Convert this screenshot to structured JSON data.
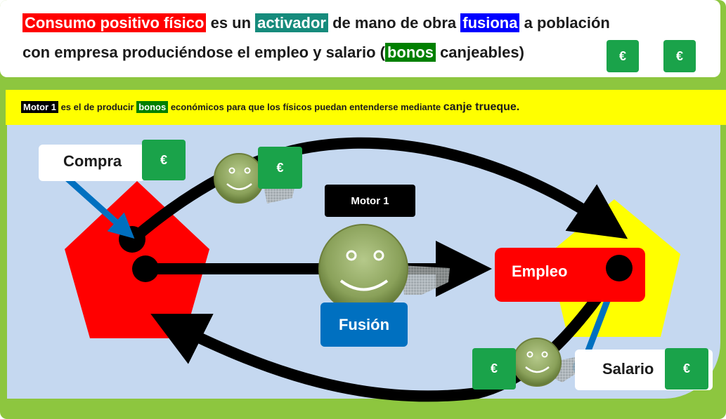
{
  "header": {
    "line1": {
      "consumo": "Consumo positivo físico",
      "es_un": " es un ",
      "activador": "activador",
      "de_mano": " de mano de obra ",
      "fusiona": "fusiona",
      "a_poblacion": " a población"
    },
    "line2": {
      "con_empresa": "con empresa produciéndose el empleo y salario (",
      "bonos": "bonos",
      "canjeables": " canjeables)"
    },
    "euro_symbol": "€"
  },
  "banner": {
    "motor1": "Motor 1",
    "es_el_de": " es el de producir ",
    "bonos": "bonos",
    "rest": " económicos para que los físicos puedan entenderse mediante ",
    "canje": "canje trueque."
  },
  "diagram": {
    "compra": "Compra",
    "motor_label": "Motor 1",
    "fusion": "Fusión",
    "empleo": "Empleo",
    "salario": "Salario",
    "euro": "€"
  },
  "colors": {
    "red": "#ff0000",
    "yellow": "#ffff00",
    "green_euro": "#1aa34a",
    "blue": "#0070c0",
    "panel": "#c5d8f0",
    "frame": "#8dc63f"
  }
}
